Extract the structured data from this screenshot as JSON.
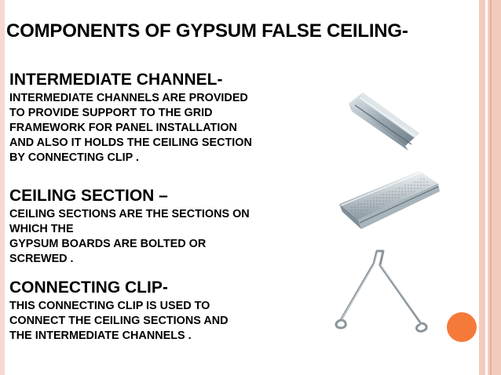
{
  "slide": {
    "title": "COMPONENTS OF GYPSUM FALSE CEILING-",
    "sections": [
      {
        "heading": "INTERMEDIATE CHANNEL-",
        "lines": [
          "INTERMEDIATE CHANNELS ARE PROVIDED",
          "TO PROVIDE SUPPORT TO THE GRID",
          "FRAMEWORK FOR PANEL INSTALLATION",
          "AND ALSO IT HOLDS THE CEILING SECTION",
          "BY CONNECTING CLIP  ."
        ]
      },
      {
        "heading": "CEILING SECTION –",
        "lines": [
          "CEILING SECTIONS ARE THE SECTIONS ON",
          "WHICH THE",
          "GYPSUM BOARDS ARE BOLTED OR",
          "SCREWED  ."
        ]
      },
      {
        "heading": "CONNECTING CLIP-",
        "lines": [
          "THIS CONNECTING CLIP IS USED TO",
          "CONNECT THE  CEILING SECTIONS AND",
          "THE INTERMEDIATE CHANNELS ."
        ]
      }
    ]
  },
  "colors": {
    "accent_orange": "#f57a3a",
    "border_pink": "#f3cbbd",
    "metal": "#b9c3c8"
  },
  "images": {
    "channel": "intermediate-channel-image",
    "ceiling": "ceiling-section-image",
    "clip": "connecting-clip-image"
  }
}
